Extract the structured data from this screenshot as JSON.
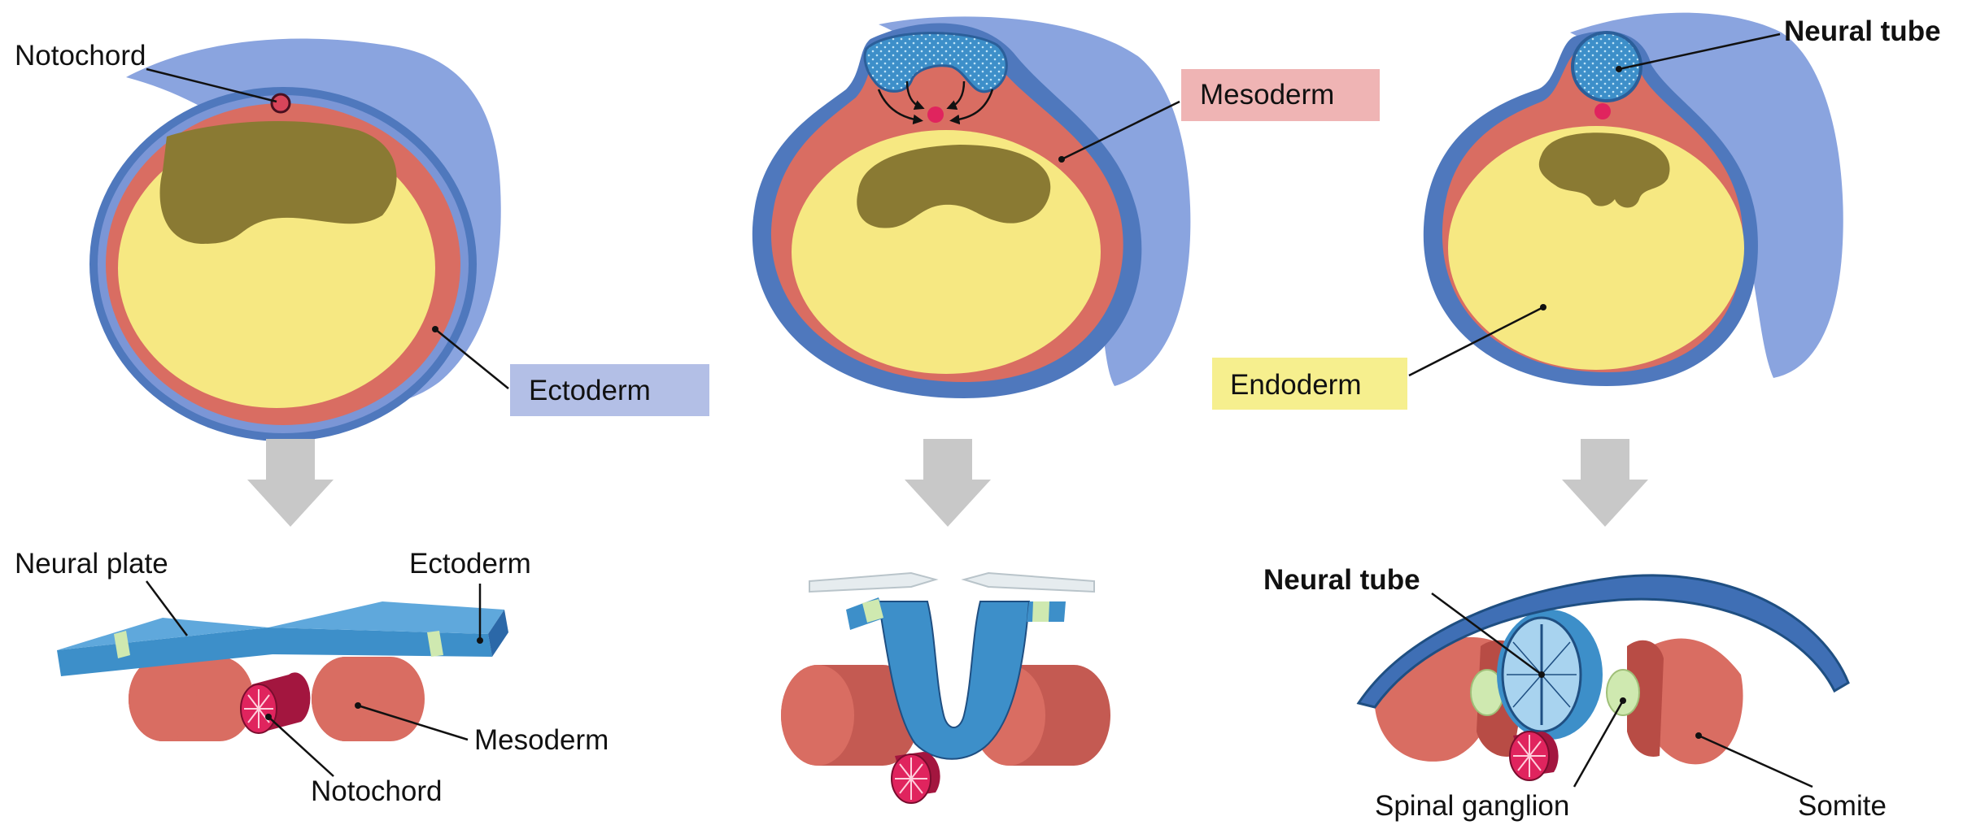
{
  "labels": {
    "top_notochord": "Notochord",
    "top_ectoderm": "Ectoderm",
    "top_mesoderm": "Mesoderm",
    "top_neural_tube": "Neural tube",
    "top_endoderm": "Endoderm",
    "bottom_neural_plate": "Neural plate",
    "bottom_ectoderm": "Ectoderm",
    "bottom_mesoderm": "Mesoderm",
    "bottom_notochord": "Notochord",
    "bottom_neural_tube": "Neural tube",
    "bottom_spinal_ganglion": "Spinal ganglion",
    "bottom_somite": "Somite"
  },
  "colors": {
    "ectoderm": "#7b96d6",
    "ectoderm_dark": "#3f6fb5",
    "mesoderm": "#d96d62",
    "mesoderm_dark": "#b84c45",
    "endoderm": "#f6e882",
    "yolk": "#8a7830",
    "neural": "#3d8fc9",
    "notochord": "#e0245e",
    "ganglion": "#d9efa6",
    "arrow": "#c8c8c8",
    "ectoderm_box": "#b3bfe6",
    "mesoderm_box": "#efb4b4",
    "endoderm_box": "#f6ef8e"
  }
}
